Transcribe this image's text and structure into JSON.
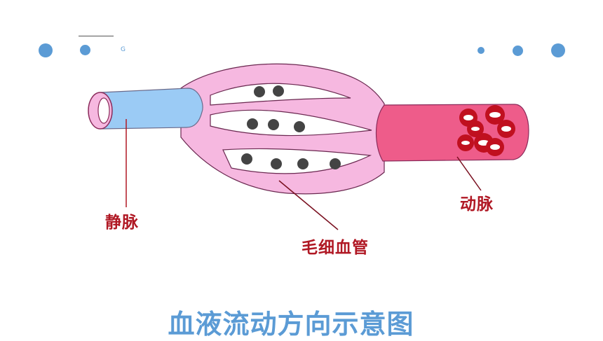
{
  "labels": {
    "vein": "静脉",
    "artery": "动脉",
    "capillary": "毛细血管"
  },
  "caption": "血液流动方向示意图",
  "decoration": {
    "small_mark": "G"
  },
  "icons": [
    "vein-icon",
    "artery-icon",
    "capillary-network-icon",
    "white-blood-cell-icon",
    "red-blood-cell-icon"
  ],
  "colors": {
    "vein": "#9bcbf5",
    "artery": "#ee5c8a",
    "capillary": "#f6b8e0",
    "label": "#b01824",
    "caption": "#5b9bd5",
    "accent_dots": "#5b9bd5",
    "red_blood_cell": "#c0101f"
  }
}
